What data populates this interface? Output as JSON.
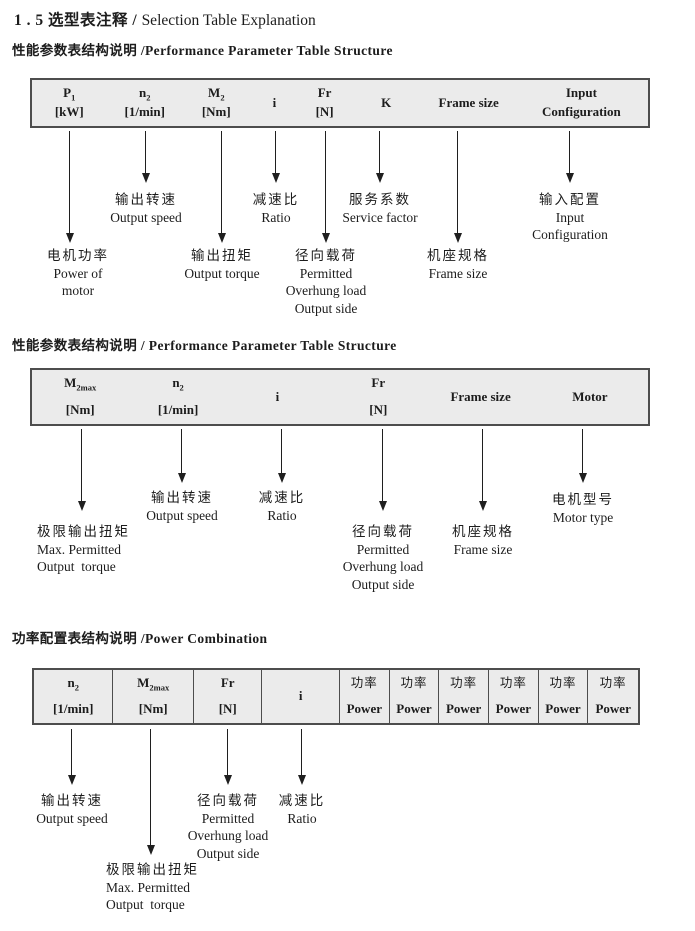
{
  "colors": {
    "table_bg": "#ebebeb",
    "border": "#4d4d4d",
    "text": "#1c1c1c"
  },
  "title": {
    "zh_part": "1 . 5 选型表注释 / ",
    "en_part": "Selection Table Explanation"
  },
  "section1": {
    "heading": "性能参数表结构说明 /Performance Parameter Table Structure",
    "table": {
      "columns": [
        {
          "sym": "P",
          "sub": "1",
          "unit": "[kW]"
        },
        {
          "sym": "n",
          "sub": "2",
          "unit": "[1/min]"
        },
        {
          "sym": "M",
          "sub": "2",
          "unit": "[Nm]"
        },
        {
          "sym": "i",
          "sub": "",
          "unit": ""
        },
        {
          "sym": "Fr",
          "sub": "",
          "unit": "[N]"
        },
        {
          "sym": "K",
          "sub": "",
          "unit": ""
        },
        {
          "sym": "Frame size",
          "sub": "",
          "unit": ""
        },
        {
          "sym": "Input",
          "sub": "",
          "unit": "Configuration"
        }
      ]
    },
    "callouts": {
      "power_of_motor": {
        "lines": [
          "电机功率",
          "Power of",
          "motor"
        ]
      },
      "output_speed": {
        "lines": [
          "输出转速",
          "Output speed"
        ]
      },
      "output_torque": {
        "lines": [
          "输出扭矩",
          "Output torque"
        ]
      },
      "ratio": {
        "lines": [
          "减速比",
          "Ratio"
        ]
      },
      "overhung_load": {
        "lines": [
          "径向载荷",
          "Permitted",
          "Overhung load",
          "Output side"
        ]
      },
      "service_factor": {
        "lines": [
          "服务系数",
          "Service factor"
        ]
      },
      "frame_size": {
        "lines": [
          "机座规格",
          "Frame size"
        ]
      },
      "input_configuration": {
        "lines": [
          "输入配置",
          "Input",
          "Configuration"
        ]
      }
    }
  },
  "section2": {
    "heading": "性能参数表结构说明 / Performance Parameter Table Structure",
    "table": {
      "columns": [
        {
          "sym": "M",
          "sub": "2max",
          "unit": "[Nm]"
        },
        {
          "sym": "n",
          "sub": "2",
          "unit": "[1/min]"
        },
        {
          "sym": "i",
          "sub": "",
          "unit": ""
        },
        {
          "sym": "Fr",
          "sub": "",
          "unit": "[N]"
        },
        {
          "sym": "Frame size",
          "sub": "",
          "unit": ""
        },
        {
          "sym": "Motor",
          "sub": "",
          "unit": ""
        }
      ]
    },
    "callouts": {
      "max_output_torque": {
        "lines": [
          "极限输出扭矩",
          "Max. Permitted",
          "Output  torque"
        ]
      },
      "output_speed": {
        "lines": [
          "输出转速",
          "Output speed"
        ]
      },
      "ratio": {
        "lines": [
          "减速比",
          "Ratio"
        ]
      },
      "overhung_load": {
        "lines": [
          "径向载荷",
          "Permitted",
          "Overhung load",
          "Output side"
        ]
      },
      "frame_size": {
        "lines": [
          "机座规格",
          "Frame size"
        ]
      },
      "motor_type": {
        "lines": [
          "电机型号",
          "Motor type"
        ]
      }
    }
  },
  "section3": {
    "heading": "功率配置表结构说明 /Power Combination",
    "table": {
      "columns": [
        {
          "sym": "n",
          "sub": "2",
          "unit": "[1/min]"
        },
        {
          "sym": "M",
          "sub": "2max",
          "unit": "[Nm]"
        },
        {
          "sym": "Fr",
          "sub": "",
          "unit": "[N]"
        },
        {
          "sym": "i",
          "sub": "",
          "unit": ""
        },
        {
          "sym": "功率",
          "sub": "",
          "unit": "Power"
        },
        {
          "sym": "功率",
          "sub": "",
          "unit": "Power"
        },
        {
          "sym": "功率",
          "sub": "",
          "unit": "Power"
        },
        {
          "sym": "功率",
          "sub": "",
          "unit": "Power"
        },
        {
          "sym": "功率",
          "sub": "",
          "unit": "Power"
        },
        {
          "sym": "功率",
          "sub": "",
          "unit": "Power"
        }
      ]
    },
    "callouts": {
      "output_speed": {
        "lines": [
          "输出转速",
          "Output speed"
        ]
      },
      "max_output_torque": {
        "lines": [
          "极限输出扭矩",
          "Max. Permitted",
          "Output  torque"
        ]
      },
      "overhung_load": {
        "lines": [
          "径向载荷",
          "Permitted",
          "Overhung load",
          "Output side"
        ]
      },
      "ratio": {
        "lines": [
          "减速比",
          "Ratio"
        ]
      }
    }
  }
}
